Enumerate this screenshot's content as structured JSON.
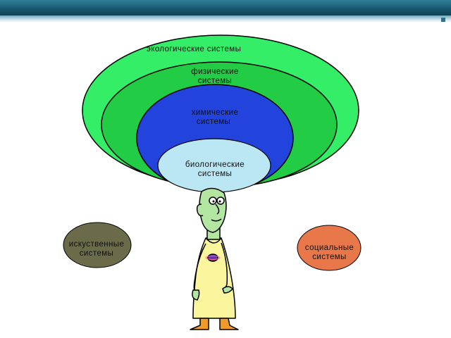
{
  "title": "",
  "systems": {
    "ecological": "экологические    системы",
    "physical_1": "физические",
    "physical_2": "системы",
    "chemical_1": "химические",
    "chemical_2": "системы",
    "biological_1": "биологические",
    "biological_2": "системы",
    "artificial_1": "искуственные",
    "artificial_2": "системы",
    "social_1": "социальные",
    "social_2": "системы"
  },
  "colors": {
    "ecological": "#33ee66",
    "physical": "#22cc44",
    "chemical": "#2244dd",
    "biological": "#bbe6f4",
    "artificial": "#6b6a49",
    "social": "#e8774a",
    "figure_skin": "#b3e6a1",
    "figure_robe": "#fbf59d"
  }
}
